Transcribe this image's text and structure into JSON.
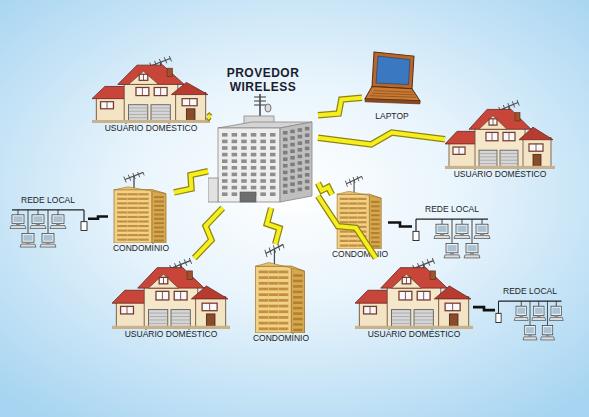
{
  "diagram": {
    "nodes": [
      {
        "text": [
          "PROVEDOR WIRELESS"
        ]
      },
      {
        "text": [
          "USUÁRIO DOMÉSTICO"
        ]
      },
      {
        "text": [
          "LAPTOP"
        ]
      },
      {
        "text": [
          "USUÁRIO DOMÉSTICO"
        ]
      },
      {
        "text": [
          "REDE LOCAL"
        ]
      },
      {
        "text": [
          "CONDOMÍNIO"
        ]
      },
      {
        "text": [
          "CONDOMÍNIO"
        ]
      },
      {
        "text": [
          "REDE LOCAL"
        ]
      },
      {
        "text": [
          "USUÁRIO DOMÉSTICO"
        ]
      },
      {
        "text": [
          "CONDOMÍNIO"
        ]
      },
      {
        "text": [
          "USUÁRIO DOMÉSTICO"
        ]
      },
      {
        "text": [
          "REDE LOCAL"
        ]
      }
    ],
    "edges": [
      {
        "from": 0,
        "to": 1,
        "arrow": "none"
      },
      {
        "from": 0,
        "to": 2,
        "arrow": "none"
      },
      {
        "from": 0,
        "to": 3,
        "arrow": "none"
      },
      {
        "from": 0,
        "to": 5,
        "arrow": "none"
      },
      {
        "from": 0,
        "to": 6,
        "arrow": "none"
      },
      {
        "from": 0,
        "to": 8,
        "arrow": "none"
      },
      {
        "from": 0,
        "to": 9,
        "arrow": "none"
      },
      {
        "from": 0,
        "to": 10,
        "arrow": "none"
      },
      {
        "from": 4,
        "to": 5,
        "arrow": "none"
      },
      {
        "from": 6,
        "to": 7,
        "arrow": "none"
      },
      {
        "from": 10,
        "to": 11,
        "arrow": "none"
      }
    ]
  }
}
